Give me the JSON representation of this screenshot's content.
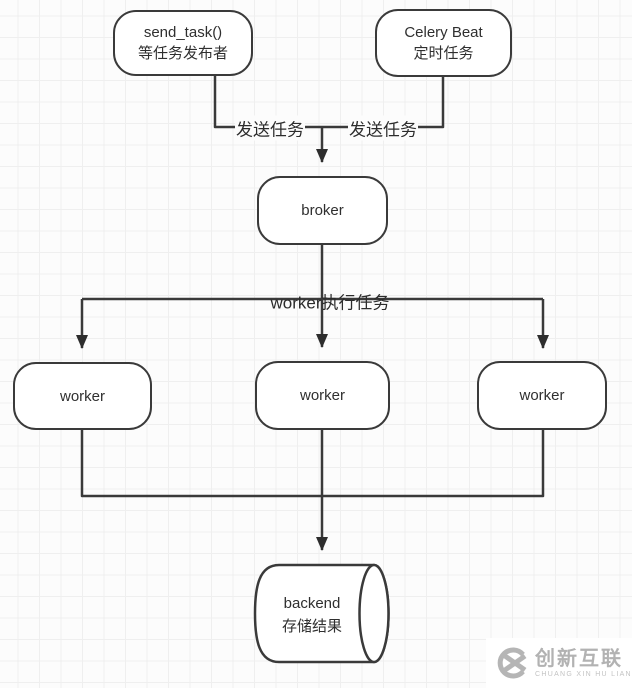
{
  "diagram": {
    "nodes": {
      "send_task": {
        "line1": "send_task()",
        "line2": "等任务发布者"
      },
      "celery_beat": {
        "line1": "Celery Beat",
        "line2": "定时任务"
      },
      "broker": {
        "label": "broker"
      },
      "worker_left": {
        "label": "worker"
      },
      "worker_mid": {
        "label": "worker"
      },
      "worker_right": {
        "label": "worker"
      },
      "backend": {
        "line1": "backend",
        "line2": "存储结果"
      }
    },
    "edge_labels": {
      "publish_left": "发送任务",
      "publish_right": "发送任务",
      "worker_exec": "worker执行任务"
    },
    "colors": {
      "connector": "#3a3a3a",
      "arrowhead": "#2d2d2d",
      "node_border": "#3a3a3a",
      "node_fill": "#ffffff",
      "background": "#fcfcfc",
      "grid_line": "#efefef",
      "watermark_gray": "#b2b2b2"
    }
  },
  "watermark": {
    "brand": "创新互联",
    "subtitle": "CHUANG XIN HU LIAN"
  }
}
